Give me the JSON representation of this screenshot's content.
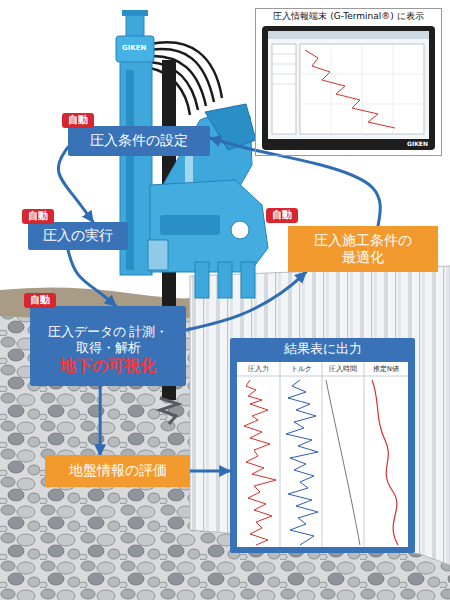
{
  "diagram": {
    "nodes": [
      {
        "text": [
          "圧入情報端末 (G-Terminal®) に表示"
        ]
      },
      {
        "text": [
          "圧入条件の設定"
        ]
      },
      {
        "text": [
          "自動"
        ],
        "in": 1
      },
      {
        "text": [
          "圧入の実行"
        ]
      },
      {
        "text": [
          "自動"
        ],
        "in": 3
      },
      {
        "text": [
          "圧入施工条件の 最適化"
        ]
      },
      {
        "text": [
          "自動"
        ],
        "in": 5
      },
      {
        "text": [
          "圧入データの 計測・取得・解析",
          "地下の可視化"
        ]
      },
      {
        "text": [
          "自動"
        ],
        "in": 7
      },
      {
        "text": [
          "結果表に出力"
        ]
      },
      {
        "text": [
          "地盤情報の評価"
        ]
      }
    ],
    "edges": [
      {
        "from": 1,
        "to": 3,
        "arrow": "to"
      },
      {
        "from": 3,
        "to": 7,
        "arrow": "to"
      },
      {
        "from": 7,
        "to": 5,
        "arrow": "to"
      },
      {
        "from": 5,
        "to": 1,
        "arrow": "to"
      },
      {
        "from": 7,
        "to": 10,
        "arrow": "to"
      },
      {
        "from": 10,
        "to": 9,
        "arrow": "to"
      }
    ],
    "labels": [
      "GIKEN",
      "GIKEN",
      "圧入力",
      "トルク",
      "圧入時間",
      "推定N値"
    ]
  }
}
